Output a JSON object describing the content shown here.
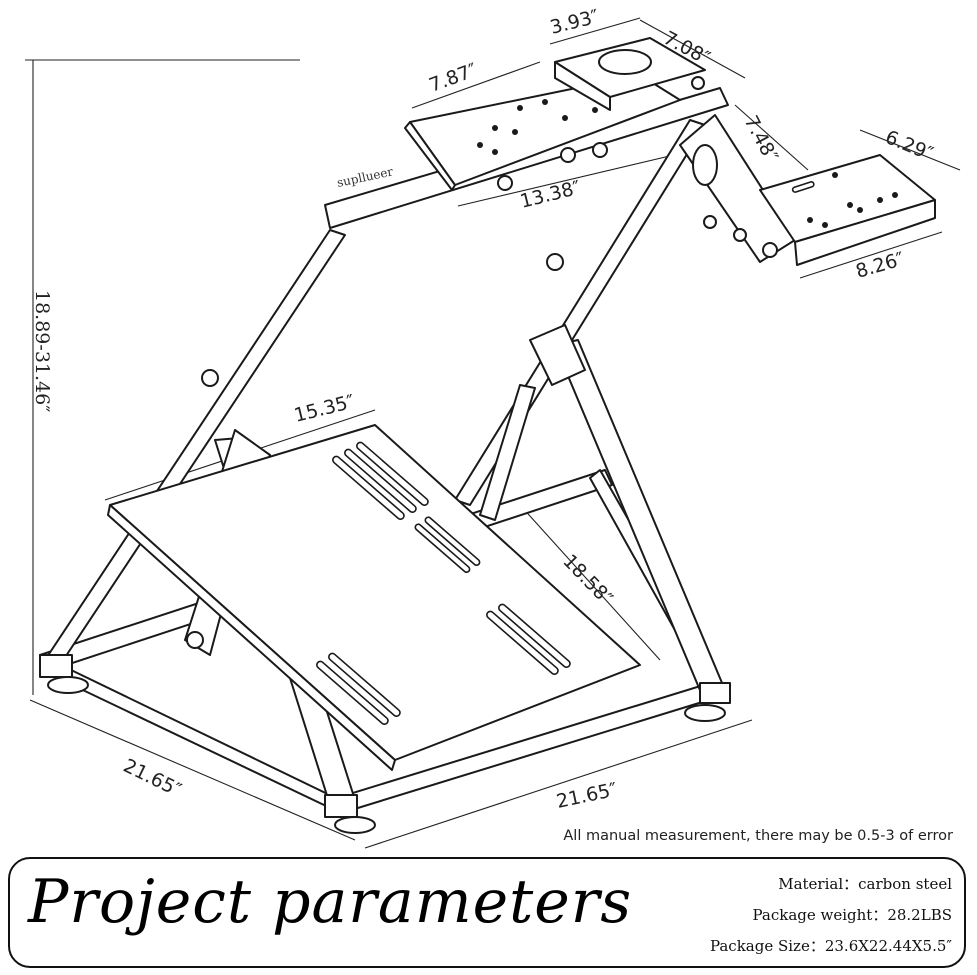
{
  "diagram": {
    "brand_label": "supllueer",
    "dimensions": {
      "seat_plate_width": "7.87″",
      "cup_depth": "3.93″",
      "cup_width": "7.08″",
      "shifter_arm": "7.48″",
      "shifter_plate_depth": "6.29″",
      "shifter_plate_width": "8.26″",
      "top_bar_length": "13.38″",
      "height_range": "18.89-31.46″",
      "pedal_plate_width": "15.35″",
      "pedal_plate_length": "18.58″",
      "base_depth": "21.65″",
      "base_width": "21.65″"
    }
  },
  "note": "All manual measurement, there may be 0.5-3 of error",
  "panel": {
    "title": "Project parameters",
    "specs": [
      {
        "label": "Material：",
        "value": "carbon steel"
      },
      {
        "label": "Package weight：",
        "value": "28.2LBS"
      },
      {
        "label": "Package Size：",
        "value": "23.6X22.44X5.5″"
      }
    ]
  }
}
